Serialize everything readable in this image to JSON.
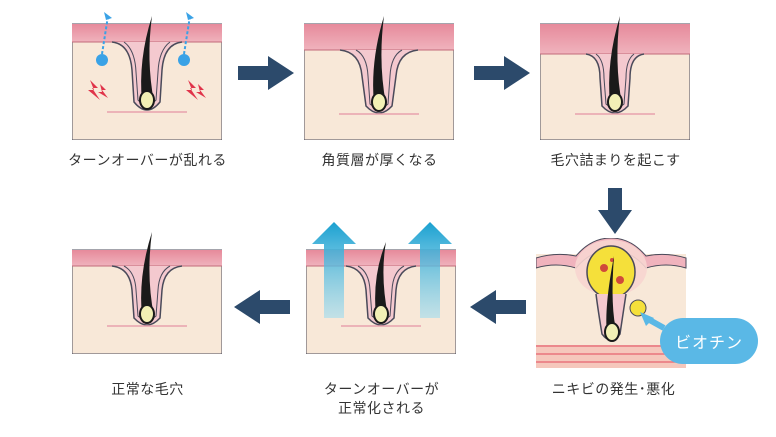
{
  "steps": [
    {
      "caption": "ターンオーバーが乱れる"
    },
    {
      "caption": "角質層が厚くなる"
    },
    {
      "caption": "毛穴詰まりを起こす"
    },
    {
      "caption": "ニキビの発生･悪化"
    },
    {
      "caption_line1": "ターンオーバーが",
      "caption_line2": "正常化される"
    },
    {
      "caption": "正常な毛穴"
    }
  ],
  "badge": {
    "label": "ビオチン"
  },
  "colors": {
    "skin_surface": "#e8a1ad",
    "skin_body": "#f8e8d8",
    "outline": "#4a4a5a",
    "hair": "#1a1a1a",
    "bulb": "#f2f0b5",
    "arrow": "#2c4a6b",
    "up_arrow": "#1aa0d0",
    "badge": "#5ab8e6",
    "alert": "#e0344a"
  }
}
